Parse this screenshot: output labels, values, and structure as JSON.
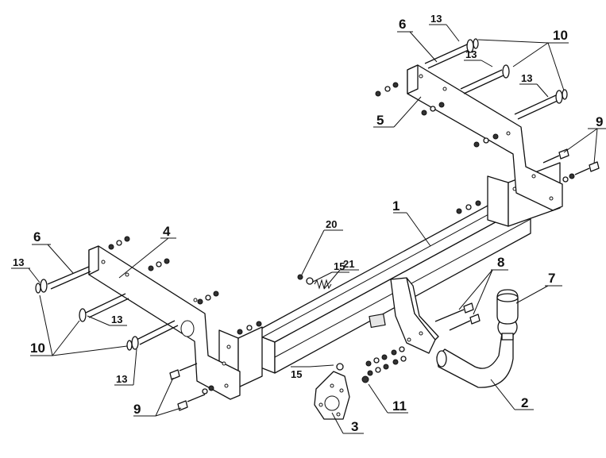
{
  "callouts": {
    "c1": "1",
    "c2": "2",
    "c3": "3",
    "c4": "4",
    "c5": "5",
    "c6_left": "6",
    "c6_right": "6",
    "c7": "7",
    "c8": "8",
    "c9_left": "9",
    "c9_right": "9",
    "c10_left": "10",
    "c10_right": "10",
    "c11": "11",
    "c13_left_top": "13",
    "c13_left_mid": "13",
    "c13_left_bot": "13",
    "c13_right_top": "13",
    "c13_right_mid": "13",
    "c13_right_bot": "13",
    "c15_top": "15",
    "c15_bot": "15",
    "c20": "20",
    "c21": "21"
  },
  "icons": {
    "main_crossbar": "rectangular-tube",
    "left_bracket": "mounting-plate",
    "right_bracket": "mounting-plate",
    "tow_ball": "tow-ball-neck",
    "ball_cover": "ball-cap",
    "socket_plate": "electrical-socket-plate",
    "spring": "coil-spring"
  }
}
